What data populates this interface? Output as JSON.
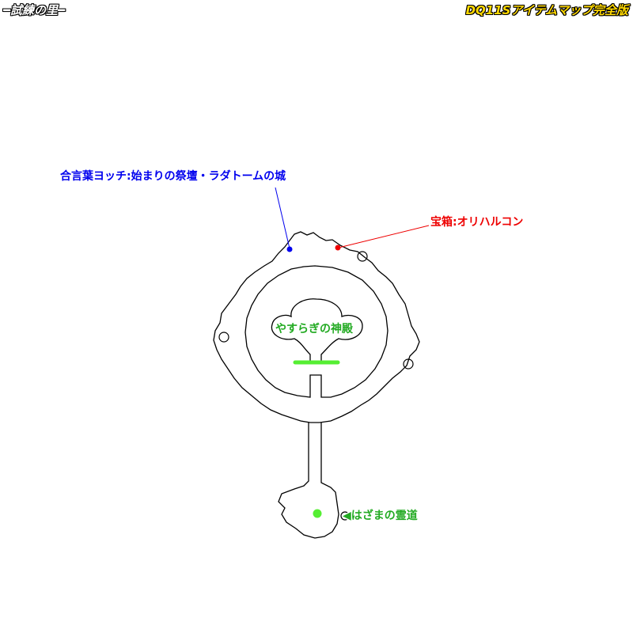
{
  "header": {
    "area_name": "━試練の里━",
    "site_title": "DQ11Sアイテムマップ完全版"
  },
  "colors": {
    "blue_marker": "#0000ee",
    "red_marker": "#ee0000",
    "green_marker": "#22aa22",
    "green_highlight": "#55ee33",
    "outline": "#000000",
    "title_text": "#ffd800"
  },
  "markers": {
    "word_of_power": {
      "label": "合言葉ヨッチ:始まりの祭壇・ラダトームの城",
      "icon": "blue-dot-icon"
    },
    "treasure_chest": {
      "label": "宝箱:オリハルコン",
      "icon": "red-dot-icon"
    },
    "shrine": {
      "label": "やすらぎの神殿"
    },
    "exit": {
      "label": "◀はざまの霊道",
      "icon": "green-dot-icon"
    }
  }
}
